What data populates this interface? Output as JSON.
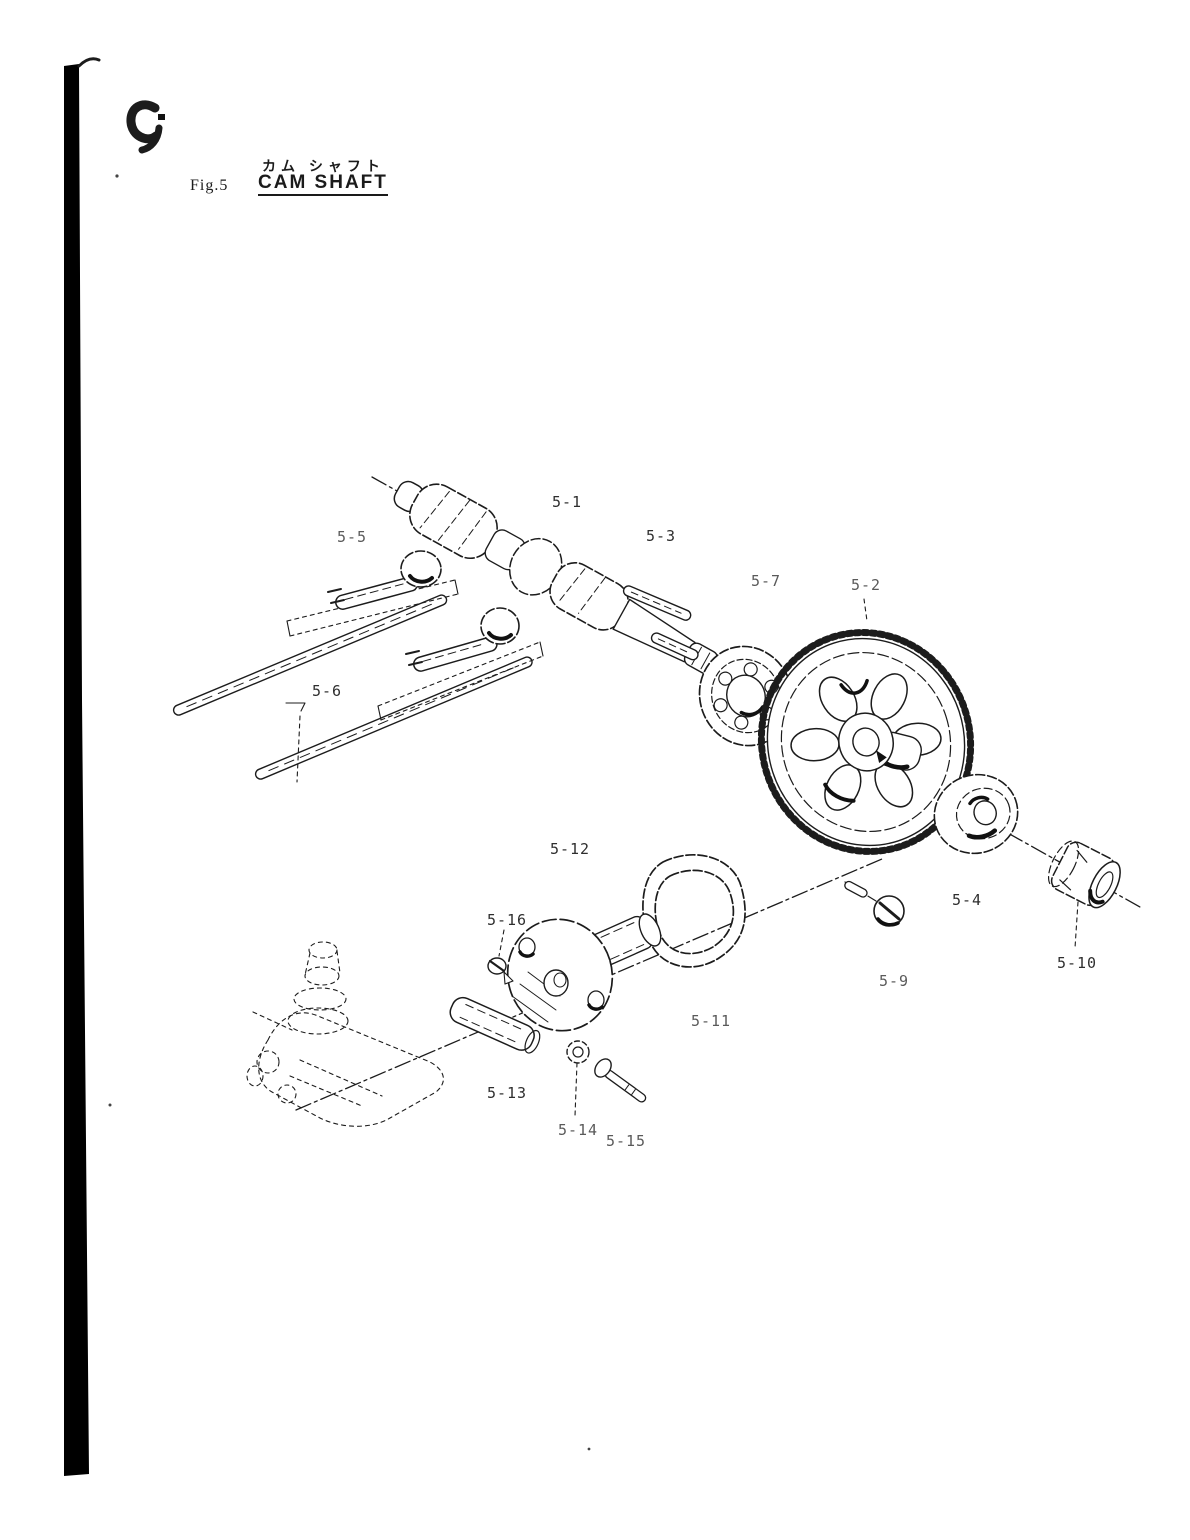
{
  "page": {
    "figure_label": "Fig.5",
    "title_japanese": "カム シャフト",
    "title_english": "CAM SHAFT"
  },
  "diagram": {
    "type": "exploded-parts-diagram",
    "part_labels": [
      {
        "label": "5-1"
      },
      {
        "label": "5-2"
      },
      {
        "label": "5-3"
      },
      {
        "label": "5-4"
      },
      {
        "label": "5-5"
      },
      {
        "label": "5-6"
      },
      {
        "label": "5-7"
      },
      {
        "label": "5-9"
      },
      {
        "label": "5-10"
      },
      {
        "label": "5-11"
      },
      {
        "label": "5-12"
      },
      {
        "label": "5-13"
      },
      {
        "label": "5-14"
      },
      {
        "label": "5-15"
      },
      {
        "label": "5-16"
      }
    ]
  }
}
